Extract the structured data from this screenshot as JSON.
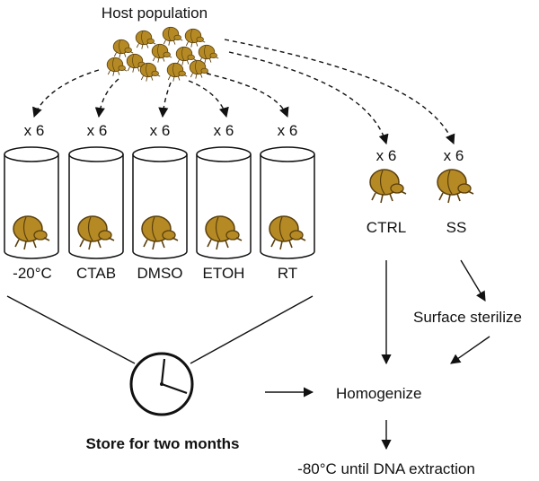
{
  "title": "Host population",
  "replicate_label": "x 6",
  "tubes": [
    {
      "label": "-20°C"
    },
    {
      "label": "CTAB"
    },
    {
      "label": "DMSO"
    },
    {
      "label": "ETOH"
    },
    {
      "label": "RT"
    }
  ],
  "free_groups": [
    {
      "label": "CTRL"
    },
    {
      "label": "SS"
    }
  ],
  "steps": {
    "surface_sterilize": "Surface sterilize",
    "homogenize": "Homogenize",
    "store": "Store for two months",
    "final": "-80°C until DNA extraction"
  },
  "colors": {
    "beetle": "#b58a25",
    "beetle_dark": "#6b4d10",
    "stroke": "#111111"
  },
  "icons": {
    "beetle": "beetle-icon",
    "clock": "clock-icon",
    "tube": "tube-icon"
  }
}
